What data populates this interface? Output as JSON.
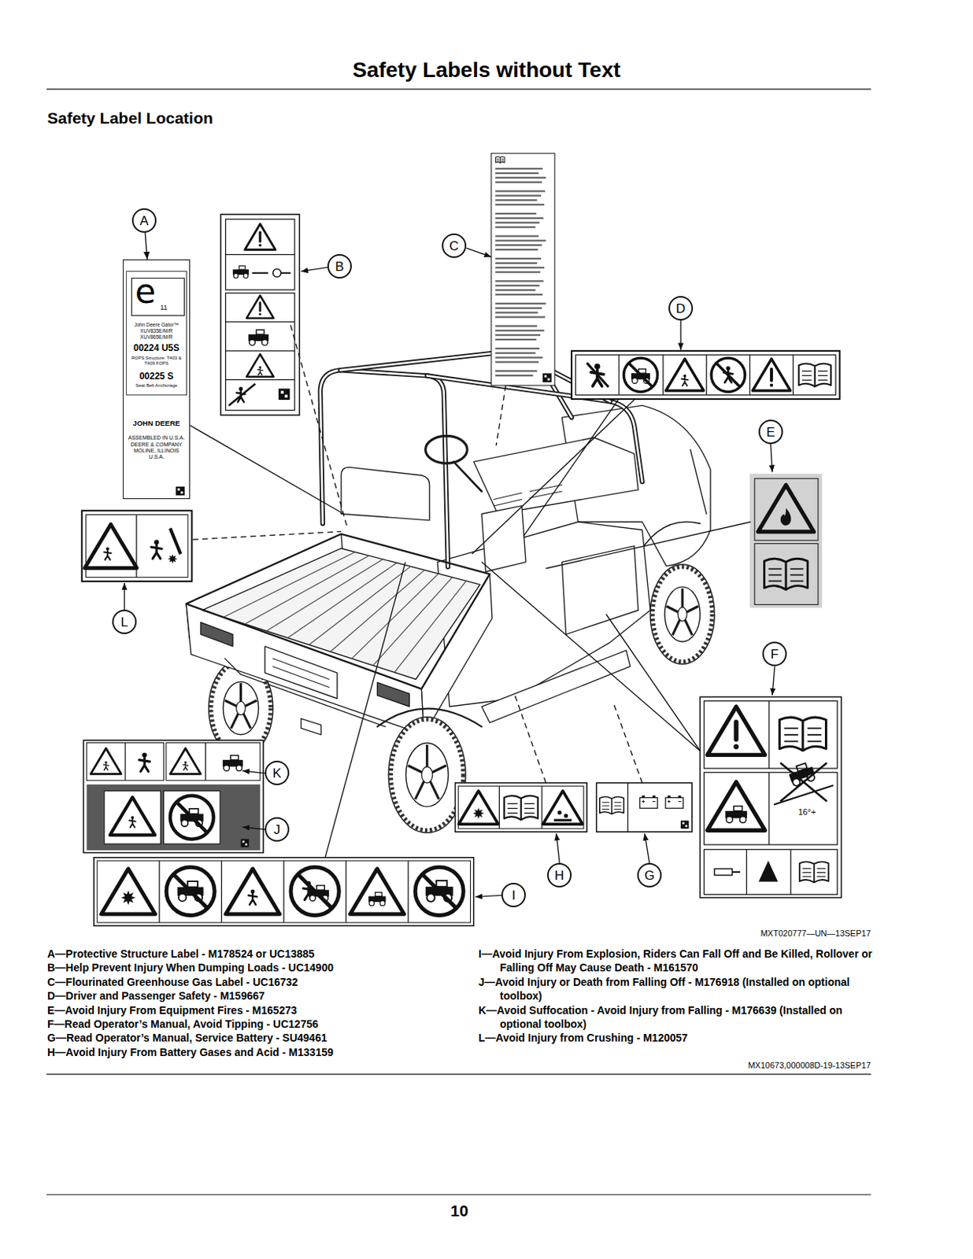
{
  "diagram": {
    "title": "Safety Labels without Text",
    "nodes": [
      {
        "text": [
          "John Deere Gator™ XUV835E/M/R XUV865E/M/R",
          "00224 U5S",
          "ROPS Structure: T403 & T409 FOPS",
          "00225 S",
          "Seat Belt Anchorage",
          "JOHN DEERE",
          "ASSEMBLED IN U.S.A. DEERE & COMPANY MOLINE, ILLINOIS U.S.A."
        ]
      },
      {
        "text": [
          "e",
          "11"
        ],
        "in": 0
      },
      {
        "text": [
          "A"
        ]
      },
      {
        "text": [
          "B"
        ]
      },
      {
        "text": [
          "C"
        ]
      },
      {
        "text": [
          "D"
        ]
      },
      {
        "text": [
          "E"
        ]
      },
      {
        "text": [
          "F"
        ]
      },
      {
        "text": [
          "G"
        ]
      },
      {
        "text": [
          "H"
        ]
      },
      {
        "text": [
          "I"
        ]
      },
      {
        "text": [
          "J"
        ]
      },
      {
        "text": [
          "K"
        ]
      },
      {
        "text": [
          "L"
        ]
      }
    ],
    "edges": [
      {
        "from": 2,
        "to": 0,
        "arrow": "to"
      }
    ],
    "labels": [
      "Safety Label Location",
      "16°+",
      "MXT020777—UN—13SEP17",
      "A—Protective Structure Label - M178524 or UC13885",
      "B—Help Prevent Injury When Dumping Loads - UC14900",
      "C—Flourinated Greenhouse Gas Label - UC16732",
      "D—Driver and Passenger Safety - M159667",
      "E—Avoid Injury From Equipment Fires - M165273",
      "F—Read Operator’s Manual, Avoid Tipping - UC12756",
      "G—Read Operator’s Manual, Service Battery - SU49461",
      "H—Avoid Injury From Battery Gases and Acid - M133159",
      "I—Avoid Injury From Explosion, Riders Can Fall Off and Be Killed, Rollover or Falling Off May Cause Death - M161570",
      "J—Avoid Injury or Death from Falling Off - M176918 (Installed on optional toolbox)",
      "K—Avoid Suffocation - Avoid Injury from Falling - M176639 (Installed on optional toolbox)",
      "L—Avoid Injury from Crushing - M120057",
      "MX10673,000008D-19-13SEP17",
      "10"
    ]
  }
}
